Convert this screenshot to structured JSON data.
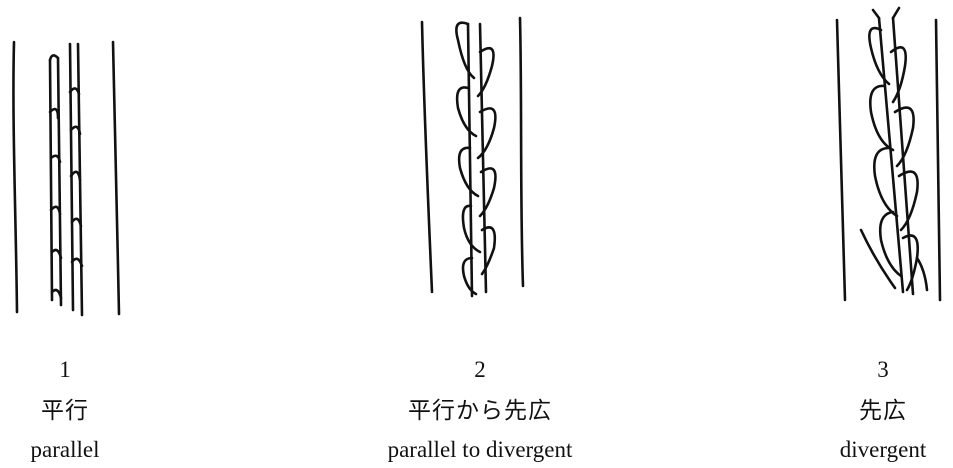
{
  "panels": [
    {
      "number": "1",
      "label_jp": "平行",
      "label_en": "parallel"
    },
    {
      "number": "2",
      "label_jp": "平行から先広",
      "label_en": "parallel to divergent"
    },
    {
      "number": "3",
      "label_jp": "先広",
      "label_en": "divergent"
    }
  ]
}
